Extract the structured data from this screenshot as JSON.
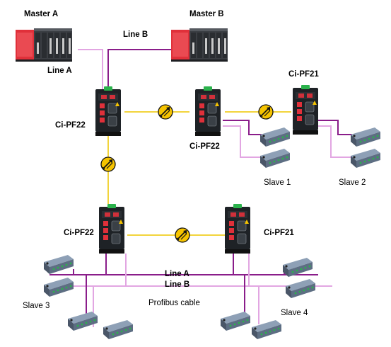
{
  "labels": {
    "master_a": "Master A",
    "master_b": "Master B",
    "line_a_top": "Line A",
    "line_b_top": "Line B",
    "conv_top_left": "Ci-PF22",
    "conv_top_mid": "Ci-PF22",
    "conv_top_right": "Ci-PF21",
    "conv_bottom_left": "Ci-PF22",
    "conv_bottom_right": "Ci-PF21",
    "slave_1": "Slave 1",
    "slave_2": "Slave 2",
    "slave_3": "Slave 3",
    "slave_4": "Slave 4",
    "line_a_bus": "Line A",
    "line_b_bus": "Line B",
    "profibus_cable": "Profibus cable"
  },
  "colors": {
    "line_a": "#8a1d8a",
    "line_b": "#e2a6e2",
    "fiber": "#f2d43c",
    "plc_red": "#e0303a",
    "device_dark": "#1e2226",
    "device_green": "#2bb24c",
    "coupler_yellow": "#f6c400",
    "slave_body": "#5d6e83"
  }
}
